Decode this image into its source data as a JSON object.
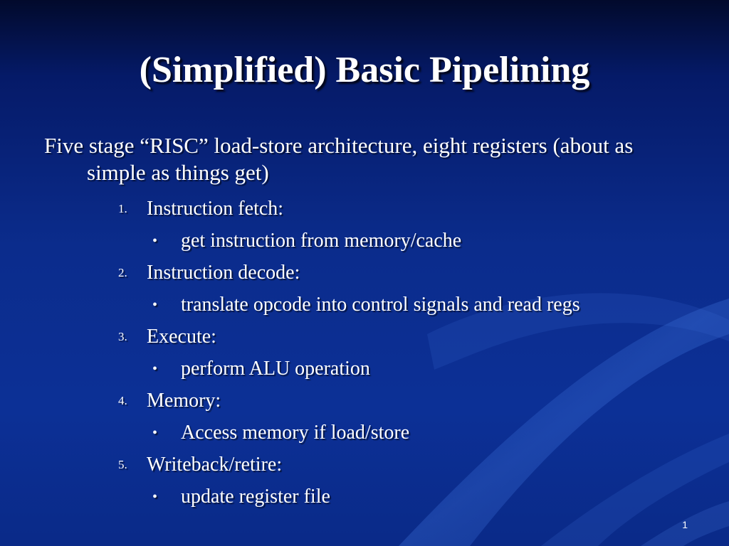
{
  "slide": {
    "title": "(Simplified) Basic Pipelining",
    "intro": "Five stage “RISC” load-store architecture, eight registers (about as simple as things get)",
    "steps": [
      {
        "number": "1.",
        "label": "Instruction fetch:",
        "detail": "get instruction from memory/cache"
      },
      {
        "number": "2.",
        "label": "Instruction decode:",
        "detail": "translate opcode into control signals and read regs"
      },
      {
        "number": "3.",
        "label": "Execute:",
        "detail": "perform ALU operation"
      },
      {
        "number": "4.",
        "label": "Memory:",
        "detail": "Access memory if load/store"
      },
      {
        "number": "5.",
        "label": "Writeback/retire:",
        "detail": "update register file"
      }
    ],
    "bullet_glyph": "•",
    "page_number": "1"
  },
  "colors": {
    "background_top": "#020a2c",
    "background_main": "#0b2c8c",
    "text": "#ffffff"
  }
}
